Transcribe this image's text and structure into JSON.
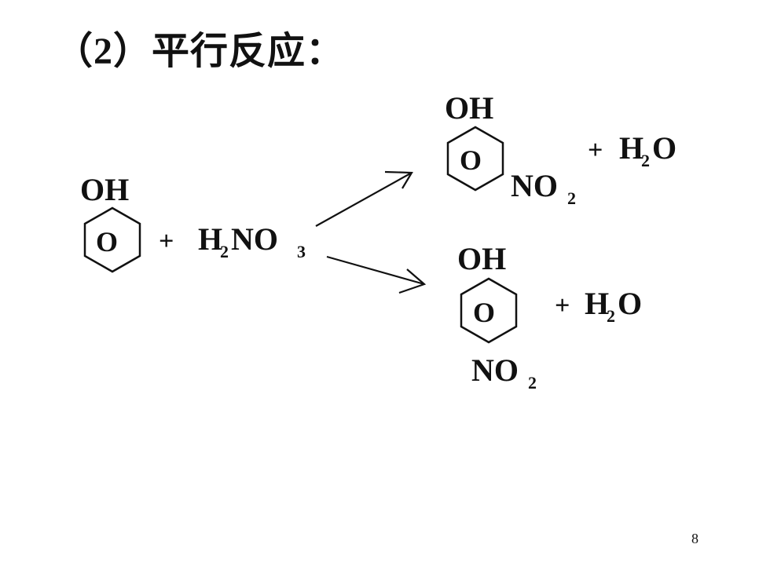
{
  "title": "（2）平行反应：",
  "page_number": "8",
  "reactant": {
    "substituent": "OH",
    "ring_label": "O",
    "plus": "+",
    "reagent": "H",
    "reagent_sub1": "2",
    "reagent_mid": "NO",
    "reagent_sub2": "3"
  },
  "product_ortho": {
    "substituent_top": "OH",
    "ring_label": "O",
    "substituent_side": "NO",
    "substituent_side_sub": "2",
    "plus": "+",
    "water": "H",
    "water_sub": "2",
    "water_end": "O"
  },
  "product_para": {
    "substituent_top": "OH",
    "ring_label": "O",
    "substituent_bottom": "NO",
    "substituent_bottom_sub": "2",
    "plus": "+",
    "water": "H",
    "water_sub": "2",
    "water_end": "O"
  }
}
